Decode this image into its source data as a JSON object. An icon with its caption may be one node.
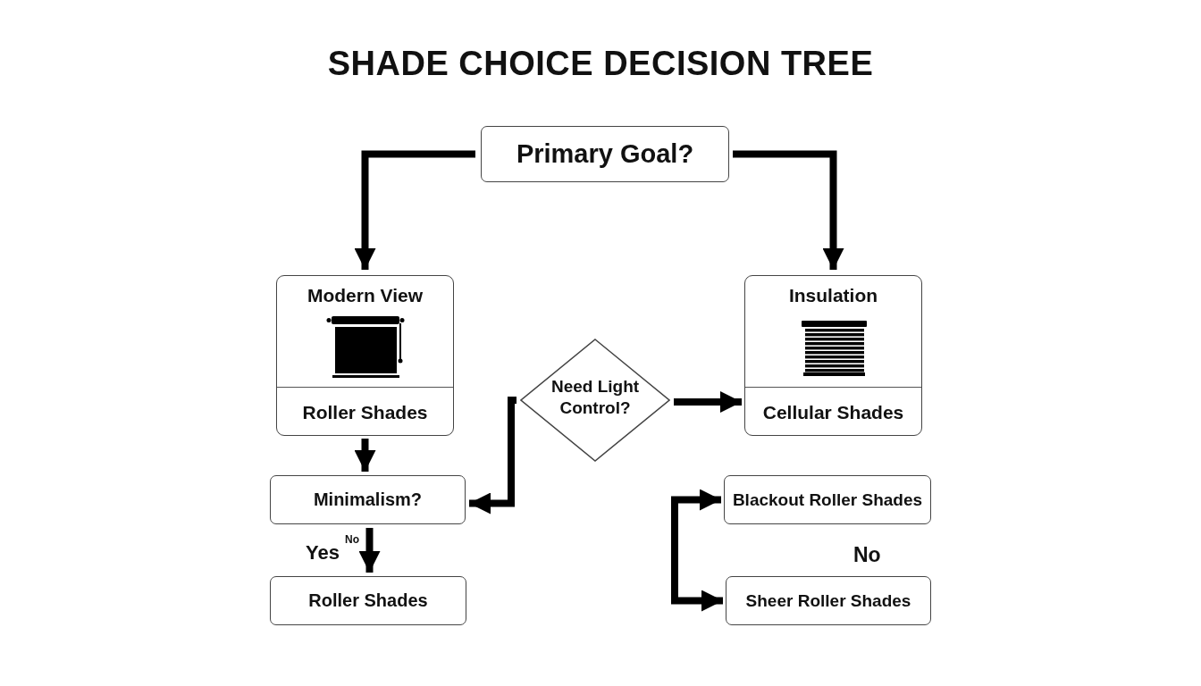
{
  "diagram": {
    "title": "SHADE CHOICE DECISION TREE",
    "nodes": [
      {
        "text": [
          "Primary Goal?"
        ]
      },
      {
        "text": [
          "Modern View",
          "Roller Shades"
        ]
      },
      {
        "text": [
          "Insulation",
          "Cellular Shades"
        ]
      },
      {
        "text": [
          "Need Light Control?"
        ]
      },
      {
        "text": [
          "Minimalism?"
        ]
      },
      {
        "text": [
          "Roller Shades"
        ]
      },
      {
        "text": [
          "Blackout Roller Shades"
        ]
      },
      {
        "text": [
          "Sheer Roller Shades"
        ]
      }
    ],
    "edges": [
      {
        "from": 0,
        "to": 1,
        "arrow": "to"
      },
      {
        "from": 0,
        "to": 2,
        "arrow": "to"
      },
      {
        "from": 1,
        "to": 4,
        "arrow": "to"
      },
      {
        "from": 3,
        "to": 4,
        "arrow": "to"
      },
      {
        "from": 3,
        "to": 2,
        "arrow": "to"
      },
      {
        "from": 4,
        "to": 5,
        "arrow": "to"
      },
      {
        "from": null,
        "to": 6,
        "arrow": "to"
      },
      {
        "from": null,
        "to": 7,
        "arrow": "to"
      }
    ],
    "labels": [
      "Yes",
      "No",
      "No"
    ]
  }
}
